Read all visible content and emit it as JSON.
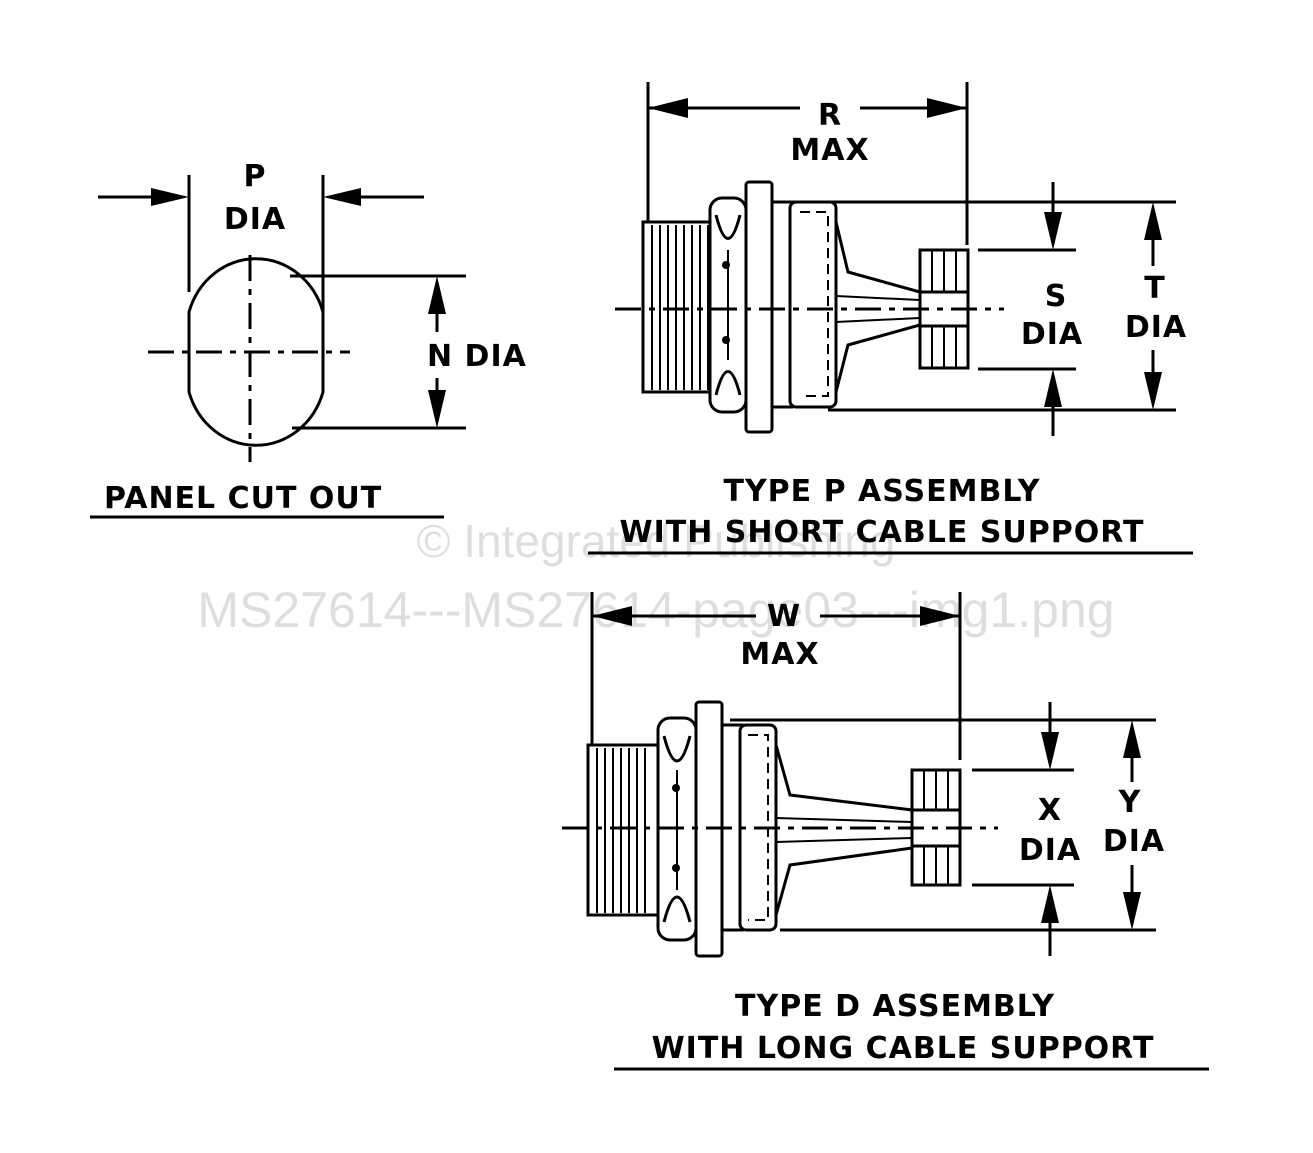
{
  "panel_cutout": {
    "width_label_line1": "P",
    "width_label_line2": "DIA",
    "height_label": "N DIA",
    "title": "PANEL CUT OUT"
  },
  "type_p": {
    "length_label_line1": "R",
    "length_label_line2": "MAX",
    "inner_dia_line1": "S",
    "inner_dia_line2": "DIA",
    "outer_dia_line1": "T",
    "outer_dia_line2": "DIA",
    "title_line1": "TYPE P ASSEMBLY",
    "title_line2": "WITH SHORT CABLE SUPPORT"
  },
  "type_d": {
    "length_label_line1": "W",
    "length_label_line2": "MAX",
    "inner_dia_line1": "X",
    "inner_dia_line2": "DIA",
    "outer_dia_line1": "Y",
    "outer_dia_line2": "DIA",
    "title_line1": "TYPE D ASSEMBLY",
    "title_line2": "WITH LONG CABLE SUPPORT"
  },
  "watermark": {
    "line1": "© Integrated Publishing",
    "line2": "MS27614---MS27614-page03---img1.png"
  }
}
